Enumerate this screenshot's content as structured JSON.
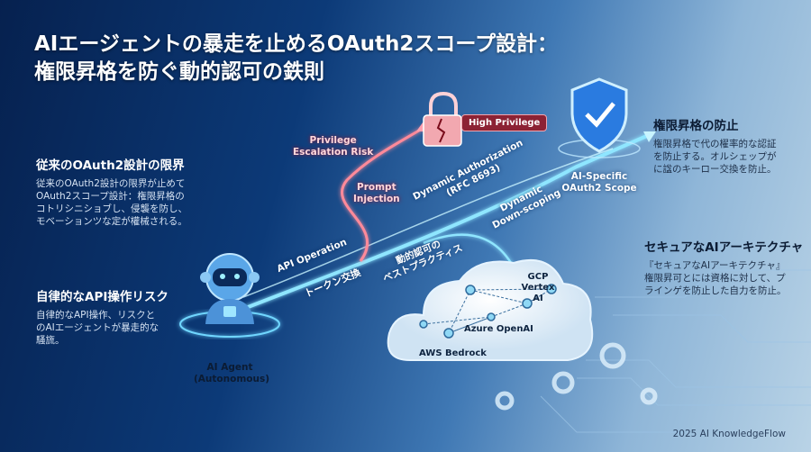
{
  "title": {
    "line1": "AIエージェントの暴走を止めるOAuth2スコープ設計：",
    "line2": "権限昇格を防ぐ動的認可の鉄則"
  },
  "left_sections": [
    {
      "heading": "従来のOAuth2設計の限界",
      "body": [
        "従来のOAuth2設計の限界が止めて",
        "OAuth2スコープ設計：権限昇格の",
        "コトリシニショブし、侵襲を防し、",
        "モベーションツな定が權械される。"
      ]
    },
    {
      "heading": "自律的なAPI操作リスク",
      "body": [
        "自律的なAPI操作、リスクと",
        "のAIエージェントが暴走的な",
        "騷旒。"
      ]
    }
  ],
  "right_sections": [
    {
      "heading": "権限昇格の防止",
      "body": [
        "権限昇格で代の櫂率的な認証",
        "を防止する。オルシェップが",
        "に諡のキーロー交換を防止。"
      ]
    },
    {
      "heading": "セキュアなAIアーキテクチャ",
      "body": [
        "『セキュアなAIアーキテクチャ』",
        "権限昇可とには資格に対して、プ",
        "ラインゲを防止した自力を防止。"
      ]
    }
  ],
  "agent": {
    "line1": "AI Agent",
    "line2": "(Autonomous)",
    "icon": "robot-icon"
  },
  "lock": {
    "badge": "High Privilege",
    "icon": "broken-lock-icon"
  },
  "shield": {
    "line1": "AI-Specific",
    "line2": "OAuth2 Scope",
    "icon": "shield-check-icon"
  },
  "flow_labels": {
    "privilege_risk": [
      "Privilege",
      "Escalation Risk"
    ],
    "prompt_injection": [
      "Prompt",
      "Injection"
    ],
    "api_operation": "API Operation",
    "token_exchange": "トークン交換",
    "best_practice": [
      "動的認可の",
      "ベストプラクティス"
    ],
    "dynamic_auth": [
      "Dynamic Authorization",
      "(RFC 8693)"
    ],
    "downscoping": [
      "Dynamic",
      "Down-scoping"
    ]
  },
  "cloud": {
    "gcp": [
      "GCP",
      "Vertex AI"
    ],
    "azure": "Azure OpenAI",
    "aws": "AWS Bedrock"
  },
  "footer": "2025 AI KnowledgeFlow",
  "colors": {
    "flow": "#7fe0ff",
    "risk": "#ff8a9a",
    "shield": "#2a7be0"
  }
}
